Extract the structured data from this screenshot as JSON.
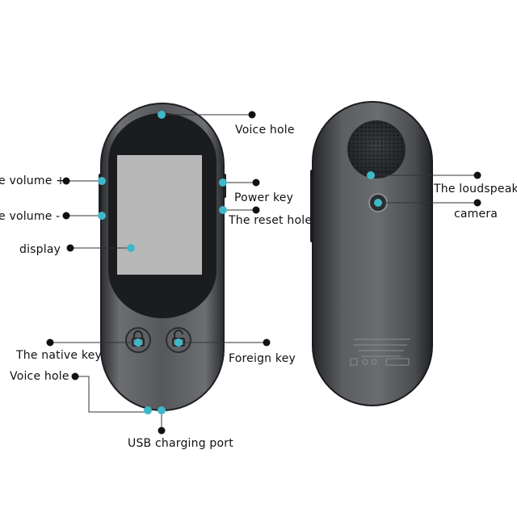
{
  "labels": {
    "voice_hole_top": "Voice hole",
    "volume_up": "e volume +",
    "volume_down": "e volume -",
    "display": "display",
    "power_key": "Power key",
    "reset_hole": "The reset hole",
    "native_key": "The native key",
    "foreign_key": "Foreign key",
    "voice_hole_bottom": "Voice hole",
    "usb_port": "USB charging port",
    "loudspeaker": "The loudspeak",
    "camera": "camera"
  },
  "colors": {
    "body": "#3a3c40",
    "screen": "#b8b8b8",
    "marker": "#3fb8c8",
    "line": "#333333"
  },
  "icons": {
    "native_key": "lock-icon",
    "foreign_key": "lock-open-icon"
  }
}
